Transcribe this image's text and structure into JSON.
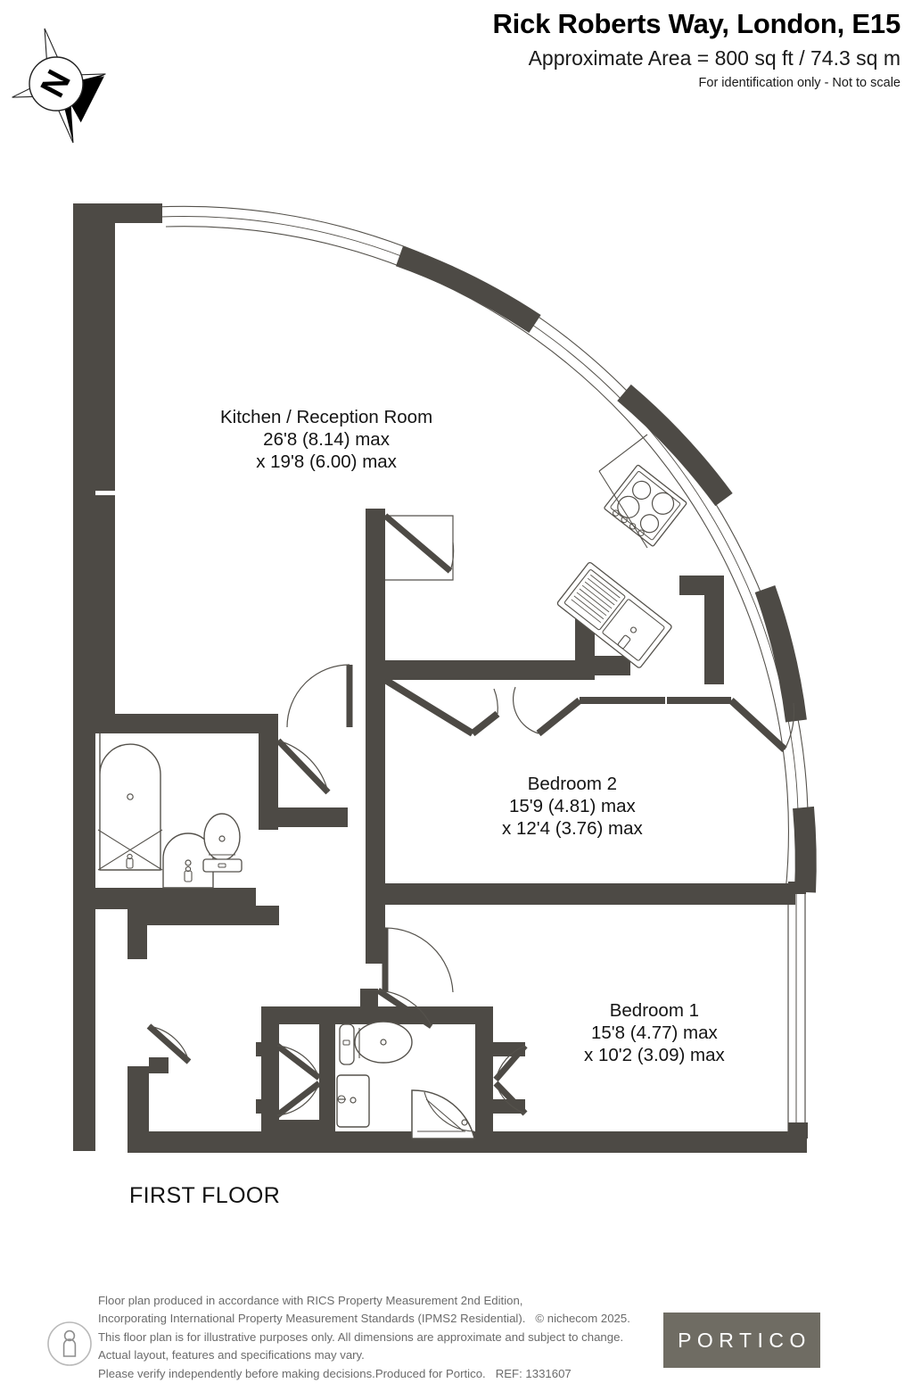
{
  "header": {
    "title": "Rick Roberts Way, London, E15",
    "area": "Approximate Area = 800 sq ft / 74.3 sq m",
    "note": "For identification only - Not to scale"
  },
  "compass": {
    "north_label": "N",
    "icon": "compass-rose-icon"
  },
  "floor": {
    "name": "FIRST FLOOR"
  },
  "rooms": [
    {
      "id": "kitchen-reception",
      "name": "Kitchen / Reception Room",
      "dim1": "26'8 (8.14) max",
      "dim2": "x 19'8 (6.00) max"
    },
    {
      "id": "bedroom-2",
      "name": "Bedroom 2",
      "dim1": "15'9 (4.81) max",
      "dim2": "x 12'4 (3.76) max"
    },
    {
      "id": "bedroom-1",
      "name": "Bedroom 1",
      "dim1": "15'8 (4.77) max",
      "dim2": "x 10'2 (3.09) max"
    }
  ],
  "fixtures": [
    {
      "name": "bathtub-with-shower",
      "room": "bathroom"
    },
    {
      "name": "wash-basin",
      "room": "bathroom"
    },
    {
      "name": "toilet",
      "room": "bathroom"
    },
    {
      "name": "toilet",
      "room": "ensuite"
    },
    {
      "name": "rectangular-basin",
      "room": "ensuite"
    },
    {
      "name": "quadrant-shower",
      "room": "ensuite"
    },
    {
      "name": "hob-four-burner",
      "room": "kitchen"
    },
    {
      "name": "sink-with-drainer",
      "room": "kitchen"
    }
  ],
  "footer": {
    "line1": "Floor plan produced in accordance with RICS Property Measurement 2nd Edition,",
    "line2": "Incorporating International Property Measurement Standards (IPMS2 Residential).",
    "copyright": "© nichecom 2025.",
    "line3": "This floor plan is for illustrative purposes only. All dimensions are approximate and subject to change.",
    "line4": "Actual layout, features and specifications may vary.",
    "line5": "Please verify independently before making decisions.Produced for Portico.",
    "ref": "REF:  1331607",
    "brand": "PORTICO",
    "person_icon": "person-icon"
  },
  "colors": {
    "wall": "#4d4a45",
    "fixture_line": "#55524c",
    "brand_box": "#6f6c63",
    "text": "#111111",
    "footer_text": "#6b6b6b"
  }
}
